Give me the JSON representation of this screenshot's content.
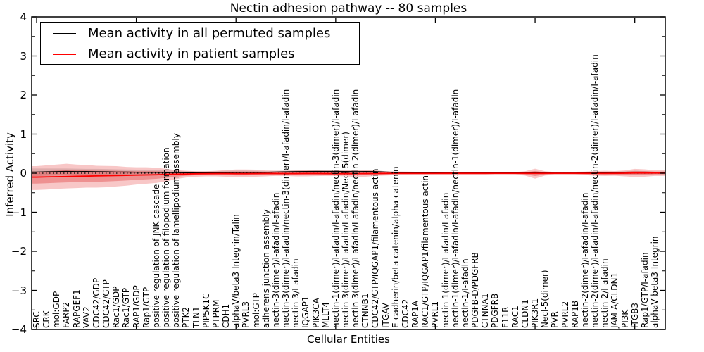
{
  "chart_data": {
    "type": "line",
    "title": "Nectin adhesion pathway -- 80 samples",
    "xlabel": "Cellular Entities",
    "ylabel": "Inferred Activity",
    "ylim": [
      -4,
      4
    ],
    "ytick_labels": [
      "4",
      "3",
      "2",
      "1",
      "0",
      "−1",
      "−2",
      "−3",
      "−4"
    ],
    "ytick_values": [
      4,
      3,
      2,
      1,
      0,
      -1,
      -2,
      -3,
      -4
    ],
    "minor_ytick_step": 0.5,
    "xtick_every": 10,
    "grid": false,
    "zero_line": {
      "style": "dotted",
      "color": "#000000",
      "y": 0
    },
    "legend": [
      {
        "label": "Mean activity in all permuted samples",
        "color": "#000000"
      },
      {
        "label": "Mean activity in patient samples",
        "color": "#ff0000"
      }
    ],
    "legend_position": "upper left",
    "categories": [
      "SRC",
      "CRK",
      "mol:GDP",
      "FARP2",
      "RAPGEF1",
      "VAV2",
      "CDC42/GDP",
      "CDC42/GTP",
      "Rac1/GDP",
      "Rac1/GTP",
      "RAP1/GDP",
      "Rap1/GTP",
      "positive regulation of JNK cascade",
      "positive regulation of filopodium formation",
      "positive regulation of lamellipodium assembly",
      "PTK2",
      "TLN1",
      "PIP5K1C",
      "PTPRM",
      "CDH1",
      "alphaV/beta3 Integrin/Talin",
      "PVRL3",
      "mol:GTP",
      "adherens junction assembly",
      "nectin-3(dimer)/I-afadin/I-afadin",
      "nectin-3(dimer)/I-afadin/nectin-3(dimer)/I-afadin/I-afadin",
      "nectin-3/I-afadin",
      "IQGAP1",
      "PIK3CA",
      "MLLT4",
      "nectin-1(dimer)/I-afadin/I-afadin/nectin-3(dimer)/I-afadin",
      "nectin-3(dimer)/I-afadin/I-afadin/Necl-5(dimer)",
      "nectin-3(dimer)/I-afadin/I-afadin/nectin-2(dimer)/I-afadin",
      "CTNNB1",
      "CDC42/GTP/IQGAP1/filamentous actin",
      "ITGAV",
      "E-cadherin/beta catenin/alpha catenin",
      "CDC42",
      "RAP1A",
      "RAC1/GTP/IQGAP1/filamentous actin",
      "PVRL1",
      "nectin-1(dimer)/I-afadin/I-afadin",
      "nectin-1(dimer)/I-afadin/I-afadin/nectin-1(dimer)/I-afadin",
      "nectin-1/I-afadin",
      "PDGFB-D/PDGFRB",
      "CTNNA1",
      "PDGFRB",
      "F11R",
      "RAC1",
      "CLDN1",
      "PIK3R1",
      "Necl-5(dimer)",
      "PVR",
      "PVRL2",
      "RAP1B",
      "nectin-2(dimer)/I-afadin/I-afadin",
      "nectin-2(dimer)/I-afadin/I-afadin/nectin-2(dimer)/I-afadin/I-afadin",
      "nectin-2/I-afadin",
      "JAM-A/CLDN1",
      "PI3K",
      "ITGB3",
      "Rap1/GTP/I-afadin",
      "alphaV beta3 Integrin"
    ],
    "series": [
      {
        "name": "Mean activity in all permuted samples",
        "color": "#000000",
        "values": [
          0.03,
          0.035,
          0.04,
          0.045,
          0.04,
          0.042,
          0.038,
          0.035,
          0.03,
          0.028,
          0.025,
          0.022,
          0.02,
          0.018,
          0.015,
          0.012,
          0.01,
          0.01,
          0.012,
          0.015,
          0.018,
          0.02,
          0.02,
          0.022,
          0.03,
          0.035,
          0.04,
          0.042,
          0.045,
          0.045,
          0.045,
          0.042,
          0.04,
          0.042,
          0.04,
          0.03,
          0.02,
          0.015,
          0.012,
          0.01,
          0.01,
          0.008,
          0.008,
          0.008,
          0.008,
          0.008,
          0.006,
          0.006,
          0.006,
          0.006,
          0.006,
          0.006,
          0.005,
          0.005,
          0.005,
          0.006,
          0.01,
          0.012,
          0.015,
          0.02,
          0.025,
          0.022,
          0.015
        ]
      },
      {
        "name": "Mean activity in patient samples",
        "color": "#ff0000",
        "values": [
          -0.1,
          -0.095,
          -0.09,
          -0.085,
          -0.08,
          -0.075,
          -0.07,
          -0.065,
          -0.06,
          -0.055,
          -0.05,
          -0.045,
          -0.04,
          -0.03,
          -0.025,
          -0.02,
          -0.015,
          -0.012,
          -0.01,
          -0.01,
          -0.012,
          -0.012,
          -0.01,
          -0.008,
          -0.008,
          -0.01,
          -0.01,
          -0.008,
          -0.008,
          -0.01,
          -0.012,
          -0.012,
          -0.012,
          -0.01,
          -0.008,
          -0.006,
          -0.005,
          -0.005,
          -0.004,
          -0.004,
          -0.004,
          -0.003,
          -0.003,
          -0.003,
          -0.003,
          -0.003,
          -0.002,
          -0.002,
          -0.002,
          -0.003,
          -0.004,
          -0.003,
          -0.002,
          -0.002,
          -0.002,
          -0.003,
          -0.004,
          -0.004,
          -0.003,
          0.0,
          0.004,
          0.005,
          0.005
        ]
      }
    ],
    "bands": [
      {
        "name": "permuted-range",
        "color": "rgba(130,130,130,0.28)",
        "upper": [
          0.12,
          0.12,
          0.12,
          0.12,
          0.115,
          0.11,
          0.11,
          0.105,
          0.1,
          0.095,
          0.09,
          0.085,
          0.08,
          0.07,
          0.06,
          0.05,
          0.045,
          0.045,
          0.05,
          0.06,
          0.065,
          0.065,
          0.06,
          0.055,
          0.06,
          0.065,
          0.07,
          0.07,
          0.072,
          0.072,
          0.07,
          0.068,
          0.068,
          0.068,
          0.065,
          0.05,
          0.04,
          0.035,
          0.03,
          0.028,
          0.026,
          0.025,
          0.025,
          0.024,
          0.024,
          0.024,
          0.022,
          0.022,
          0.022,
          0.024,
          0.026,
          0.024,
          0.022,
          0.022,
          0.022,
          0.024,
          0.03,
          0.035,
          0.04,
          0.05,
          0.06,
          0.055,
          0.04
        ],
        "lower": [
          -0.07,
          -0.06,
          -0.055,
          -0.05,
          -0.05,
          -0.05,
          -0.05,
          -0.05,
          -0.048,
          -0.045,
          -0.042,
          -0.04,
          -0.038,
          -0.035,
          -0.032,
          -0.03,
          -0.028,
          -0.026,
          -0.025,
          -0.025,
          -0.025,
          -0.025,
          -0.024,
          -0.022,
          -0.02,
          -0.02,
          -0.02,
          -0.018,
          -0.016,
          -0.015,
          -0.015,
          -0.015,
          -0.016,
          -0.016,
          -0.015,
          -0.015,
          -0.014,
          -0.014,
          -0.013,
          -0.012,
          -0.012,
          -0.012,
          -0.012,
          -0.012,
          -0.012,
          -0.012,
          -0.011,
          -0.011,
          -0.011,
          -0.012,
          -0.013,
          -0.012,
          -0.011,
          -0.011,
          -0.011,
          -0.012,
          -0.014,
          -0.016,
          -0.018,
          -0.022,
          -0.025,
          -0.022,
          -0.018
        ]
      },
      {
        "name": "patient-range-outer",
        "color": "rgba(230,55,55,0.28)",
        "upper": [
          0.18,
          0.2,
          0.22,
          0.24,
          0.22,
          0.21,
          0.19,
          0.185,
          0.18,
          0.16,
          0.15,
          0.15,
          0.14,
          0.11,
          0.08,
          0.06,
          0.05,
          0.05,
          0.06,
          0.08,
          0.095,
          0.095,
          0.09,
          0.07,
          0.06,
          0.06,
          0.07,
          0.075,
          0.07,
          0.065,
          0.065,
          0.07,
          0.09,
          0.09,
          0.07,
          0.05,
          0.04,
          0.04,
          0.035,
          0.035,
          0.03,
          0.03,
          0.03,
          0.03,
          0.03,
          0.03,
          0.025,
          0.025,
          0.03,
          0.05,
          0.115,
          0.05,
          0.03,
          0.03,
          0.035,
          0.04,
          0.055,
          0.06,
          0.055,
          0.07,
          0.11,
          0.1,
          0.075
        ],
        "lower": [
          -0.43,
          -0.42,
          -0.4,
          -0.39,
          -0.38,
          -0.37,
          -0.37,
          -0.36,
          -0.34,
          -0.32,
          -0.29,
          -0.27,
          -0.25,
          -0.21,
          -0.15,
          -0.11,
          -0.09,
          -0.08,
          -0.08,
          -0.09,
          -0.1,
          -0.1,
          -0.09,
          -0.08,
          -0.07,
          -0.07,
          -0.08,
          -0.08,
          -0.075,
          -0.07,
          -0.07,
          -0.08,
          -0.095,
          -0.09,
          -0.07,
          -0.06,
          -0.05,
          -0.05,
          -0.045,
          -0.045,
          -0.04,
          -0.04,
          -0.04,
          -0.04,
          -0.04,
          -0.04,
          -0.035,
          -0.035,
          -0.04,
          -0.06,
          -0.14,
          -0.06,
          -0.04,
          -0.04,
          -0.045,
          -0.05,
          -0.065,
          -0.07,
          -0.065,
          -0.08,
          -0.1,
          -0.09,
          -0.07
        ]
      },
      {
        "name": "patient-range-inner",
        "color": "rgba(220,40,40,0.34)",
        "scale_of": "patient-range-outer",
        "scale": 0.5,
        "center_series": 1
      }
    ]
  }
}
